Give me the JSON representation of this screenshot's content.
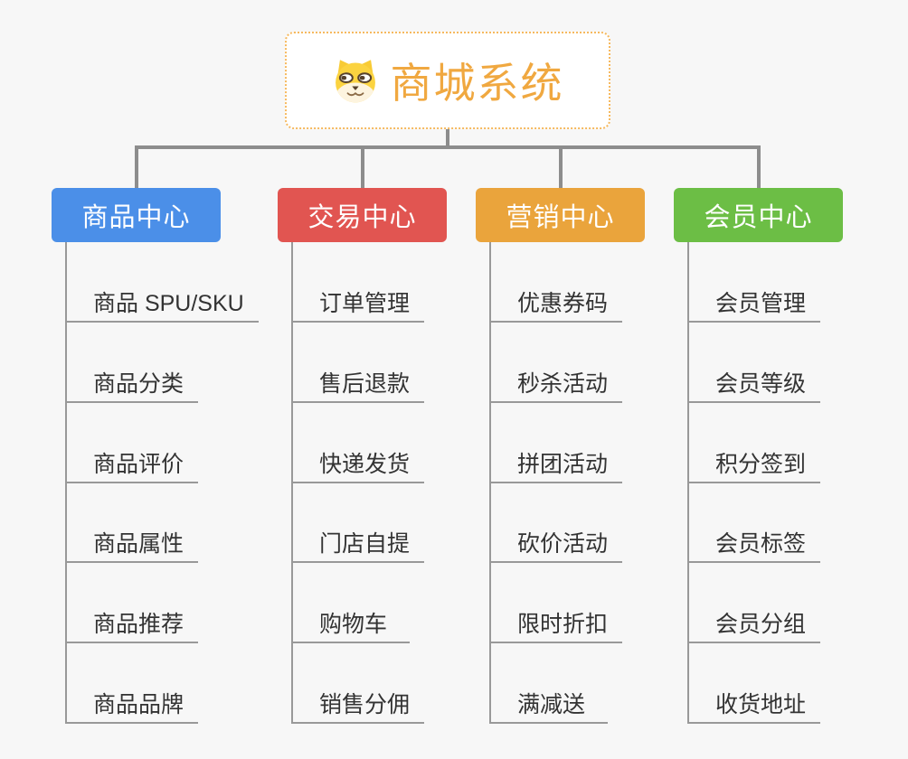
{
  "canvas": {
    "background": "#f7f7f7",
    "connector_color": "#8d8d8d",
    "underline_color": "#999999"
  },
  "root": {
    "title": "商城系统",
    "icon": "dog-face-icon",
    "text_color": "#f0a840",
    "border_color": "#f6b95f"
  },
  "branches": [
    {
      "label": "商品中心",
      "color": "#4b8fe8",
      "children": [
        "商品 SPU/SKU",
        "商品分类",
        "商品评价",
        "商品属性",
        "商品推荐",
        "商品品牌"
      ]
    },
    {
      "label": "交易中心",
      "color": "#e15551",
      "children": [
        "订单管理",
        "售后退款",
        "快递发货",
        "门店自提",
        "购物车",
        "销售分佣"
      ]
    },
    {
      "label": "营销中心",
      "color": "#eaa43c",
      "children": [
        "优惠券码",
        "秒杀活动",
        "拼团活动",
        "砍价活动",
        "限时折扣",
        "满减送"
      ]
    },
    {
      "label": "会员中心",
      "color": "#6cbe45",
      "children": [
        "会员管理",
        "会员等级",
        "积分签到",
        "会员标签",
        "会员分组",
        "收货地址"
      ]
    }
  ]
}
